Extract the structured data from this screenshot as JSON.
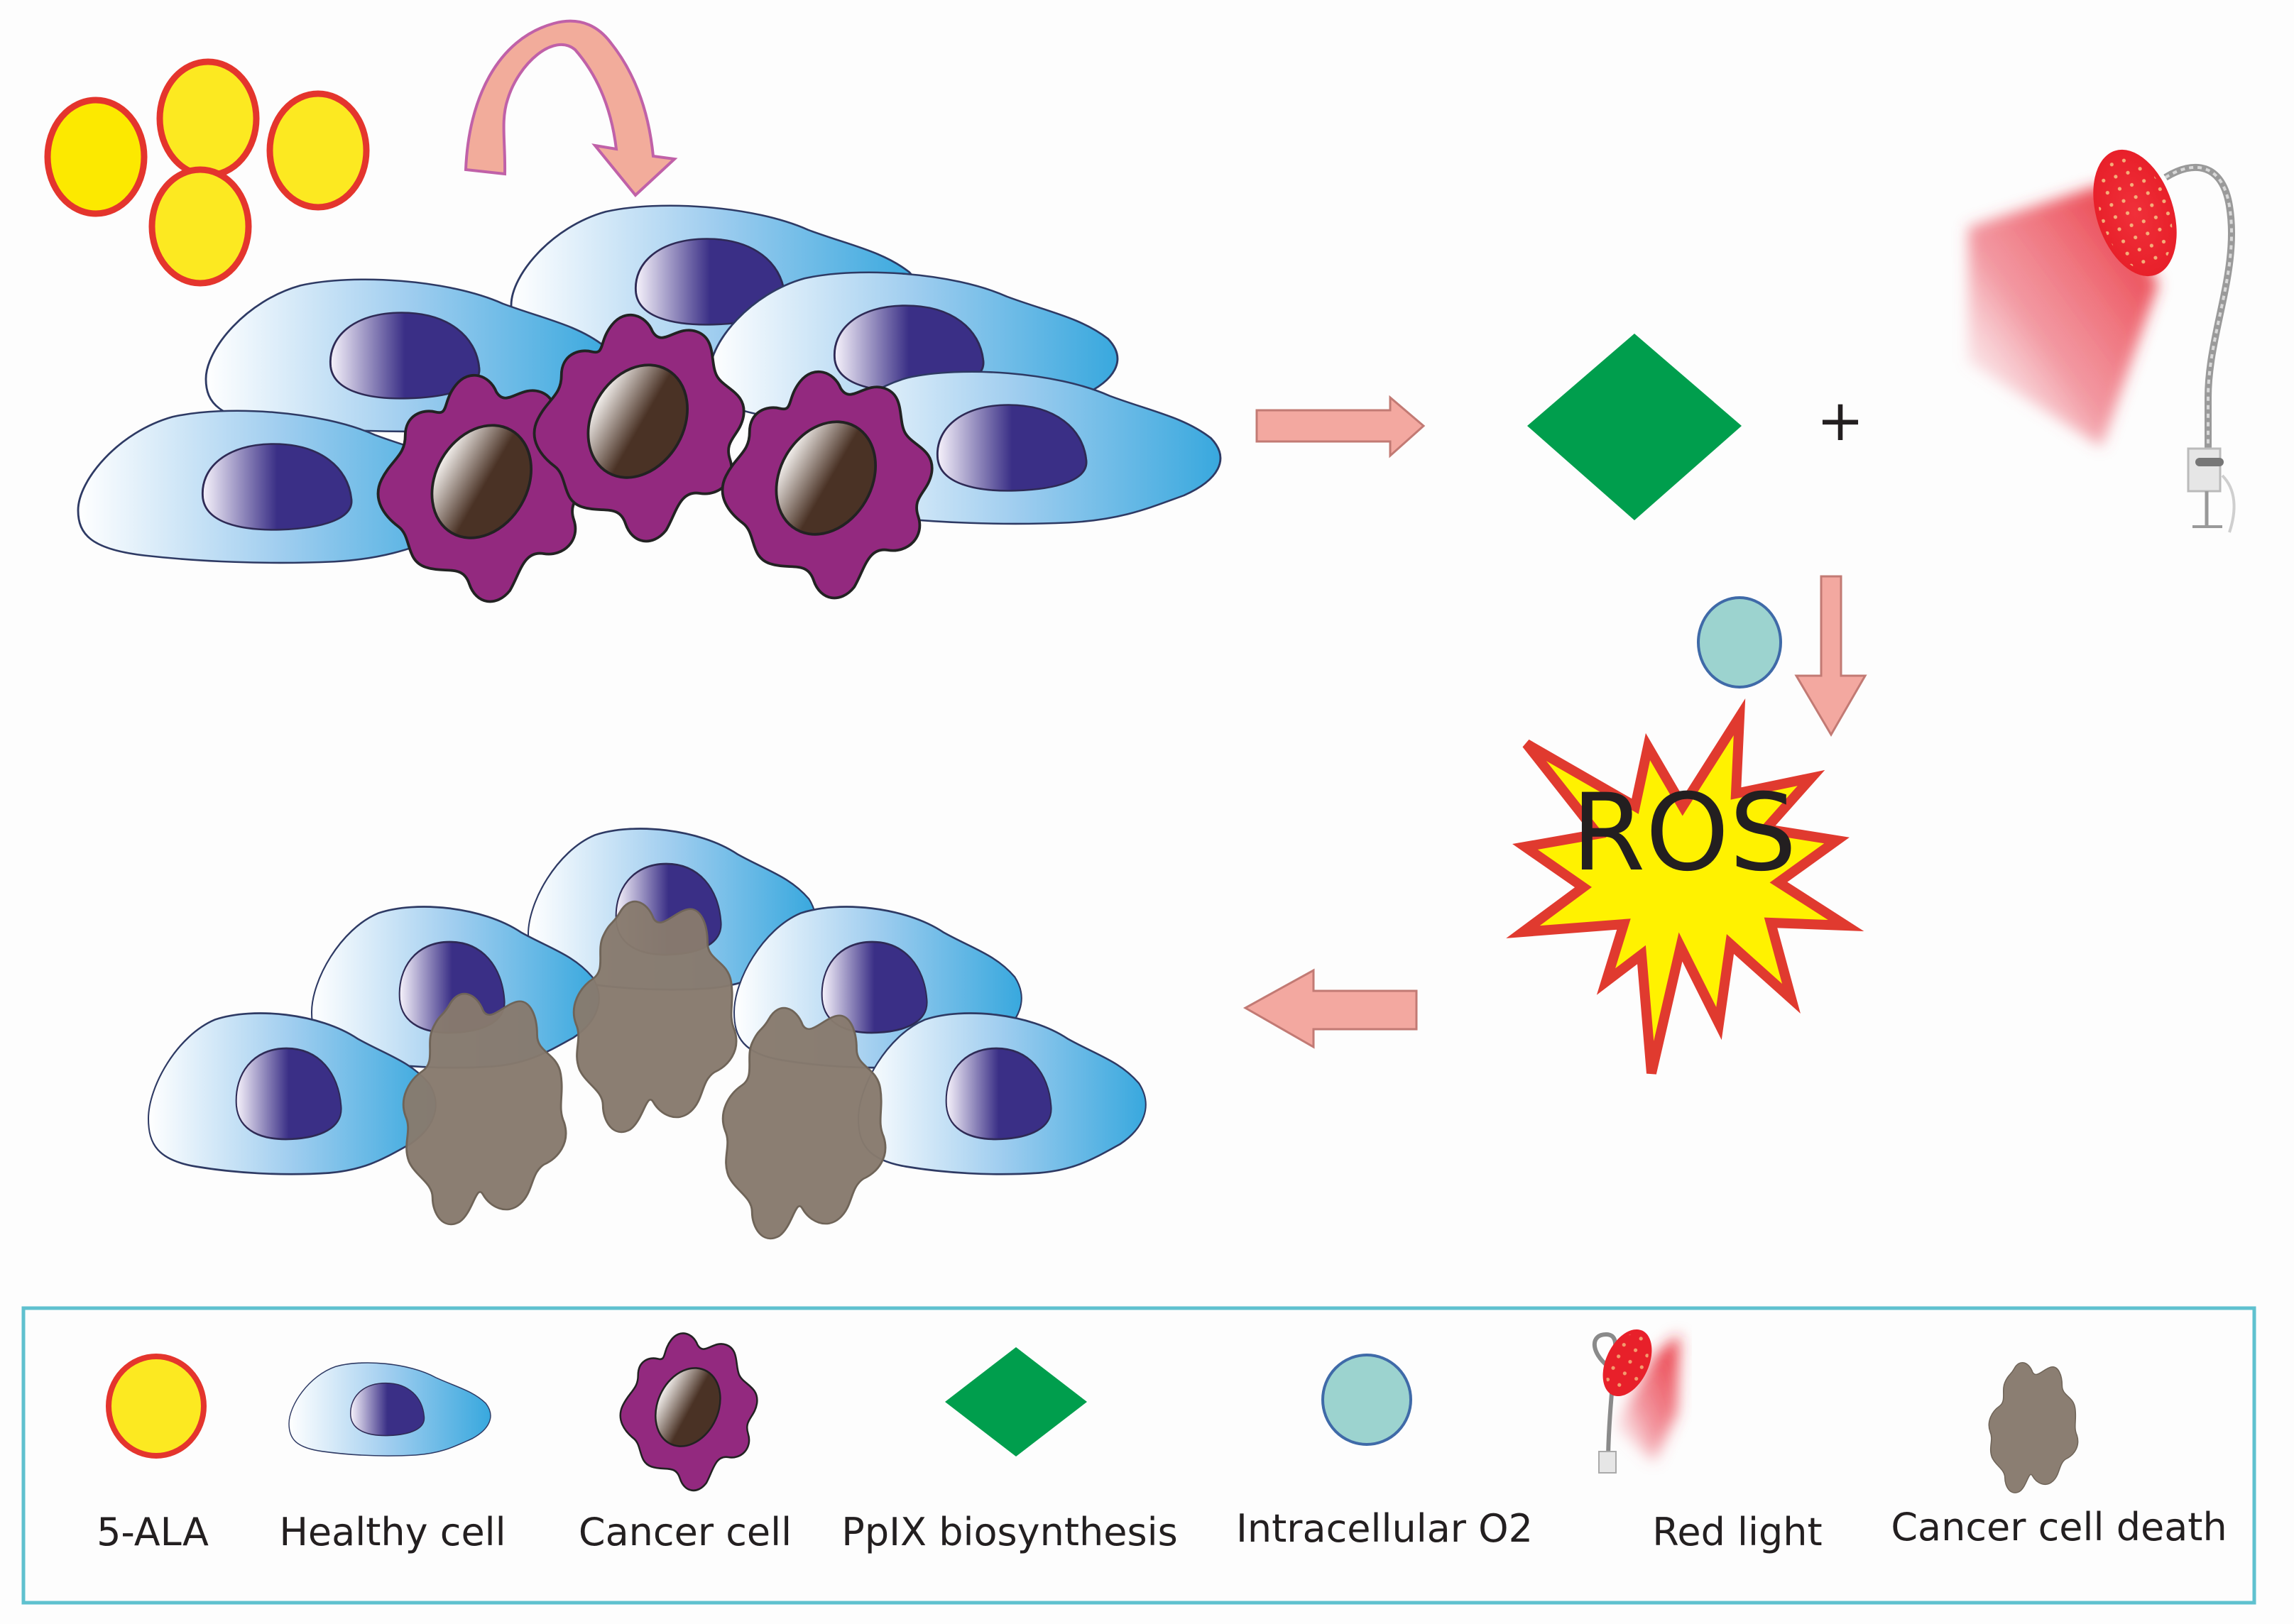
{
  "diagram": {
    "title": "5-ALA photodynamic therapy mechanism",
    "ros_label": "ROS",
    "plus_sign": "+",
    "colors": {
      "ala_fill": "#fce921",
      "ala_stroke": "#e4352d",
      "healthy_light": "#ffffff",
      "healthy_dark": "#38a8de",
      "nucleus_light": "#f4f0fa",
      "nucleus_dark": "#3a2f86",
      "cancer_fill": "#93297f",
      "cancer_nucleus_dark": "#4a3225",
      "ppix_green": "#009e4d",
      "o2_fill": "#9cd3cf",
      "o2_stroke": "#3f6aa8",
      "arrow_fill": "#f3a8a0",
      "arrow_stroke": "#c27a74",
      "curved_arrow_stroke": "#c061a8",
      "ros_fill": "#fff200",
      "ros_stroke": "#e03a2f",
      "dead_cell": "#877a6d",
      "legend_border": "#5fc1cf",
      "red_light": "#e8202a"
    },
    "steps": [
      {
        "name": "5-ALA administration"
      },
      {
        "name": "Uptake by cancer cells"
      },
      {
        "name": "PpIX accumulation plus red light"
      },
      {
        "name": "Reaction with intracellular O2"
      },
      {
        "name": "ROS generation"
      },
      {
        "name": "Cancer cell death"
      }
    ]
  },
  "legend": {
    "items": [
      {
        "key": "ala",
        "label": "5-ALA"
      },
      {
        "key": "healthy",
        "label": "Healthy cell"
      },
      {
        "key": "cancer",
        "label": "Cancer cell"
      },
      {
        "key": "ppix",
        "label": "PpIX biosynthesis"
      },
      {
        "key": "o2",
        "label": "Intracellular O2"
      },
      {
        "key": "light",
        "label": "Red light"
      },
      {
        "key": "death",
        "label": "Cancer cell death"
      }
    ]
  }
}
